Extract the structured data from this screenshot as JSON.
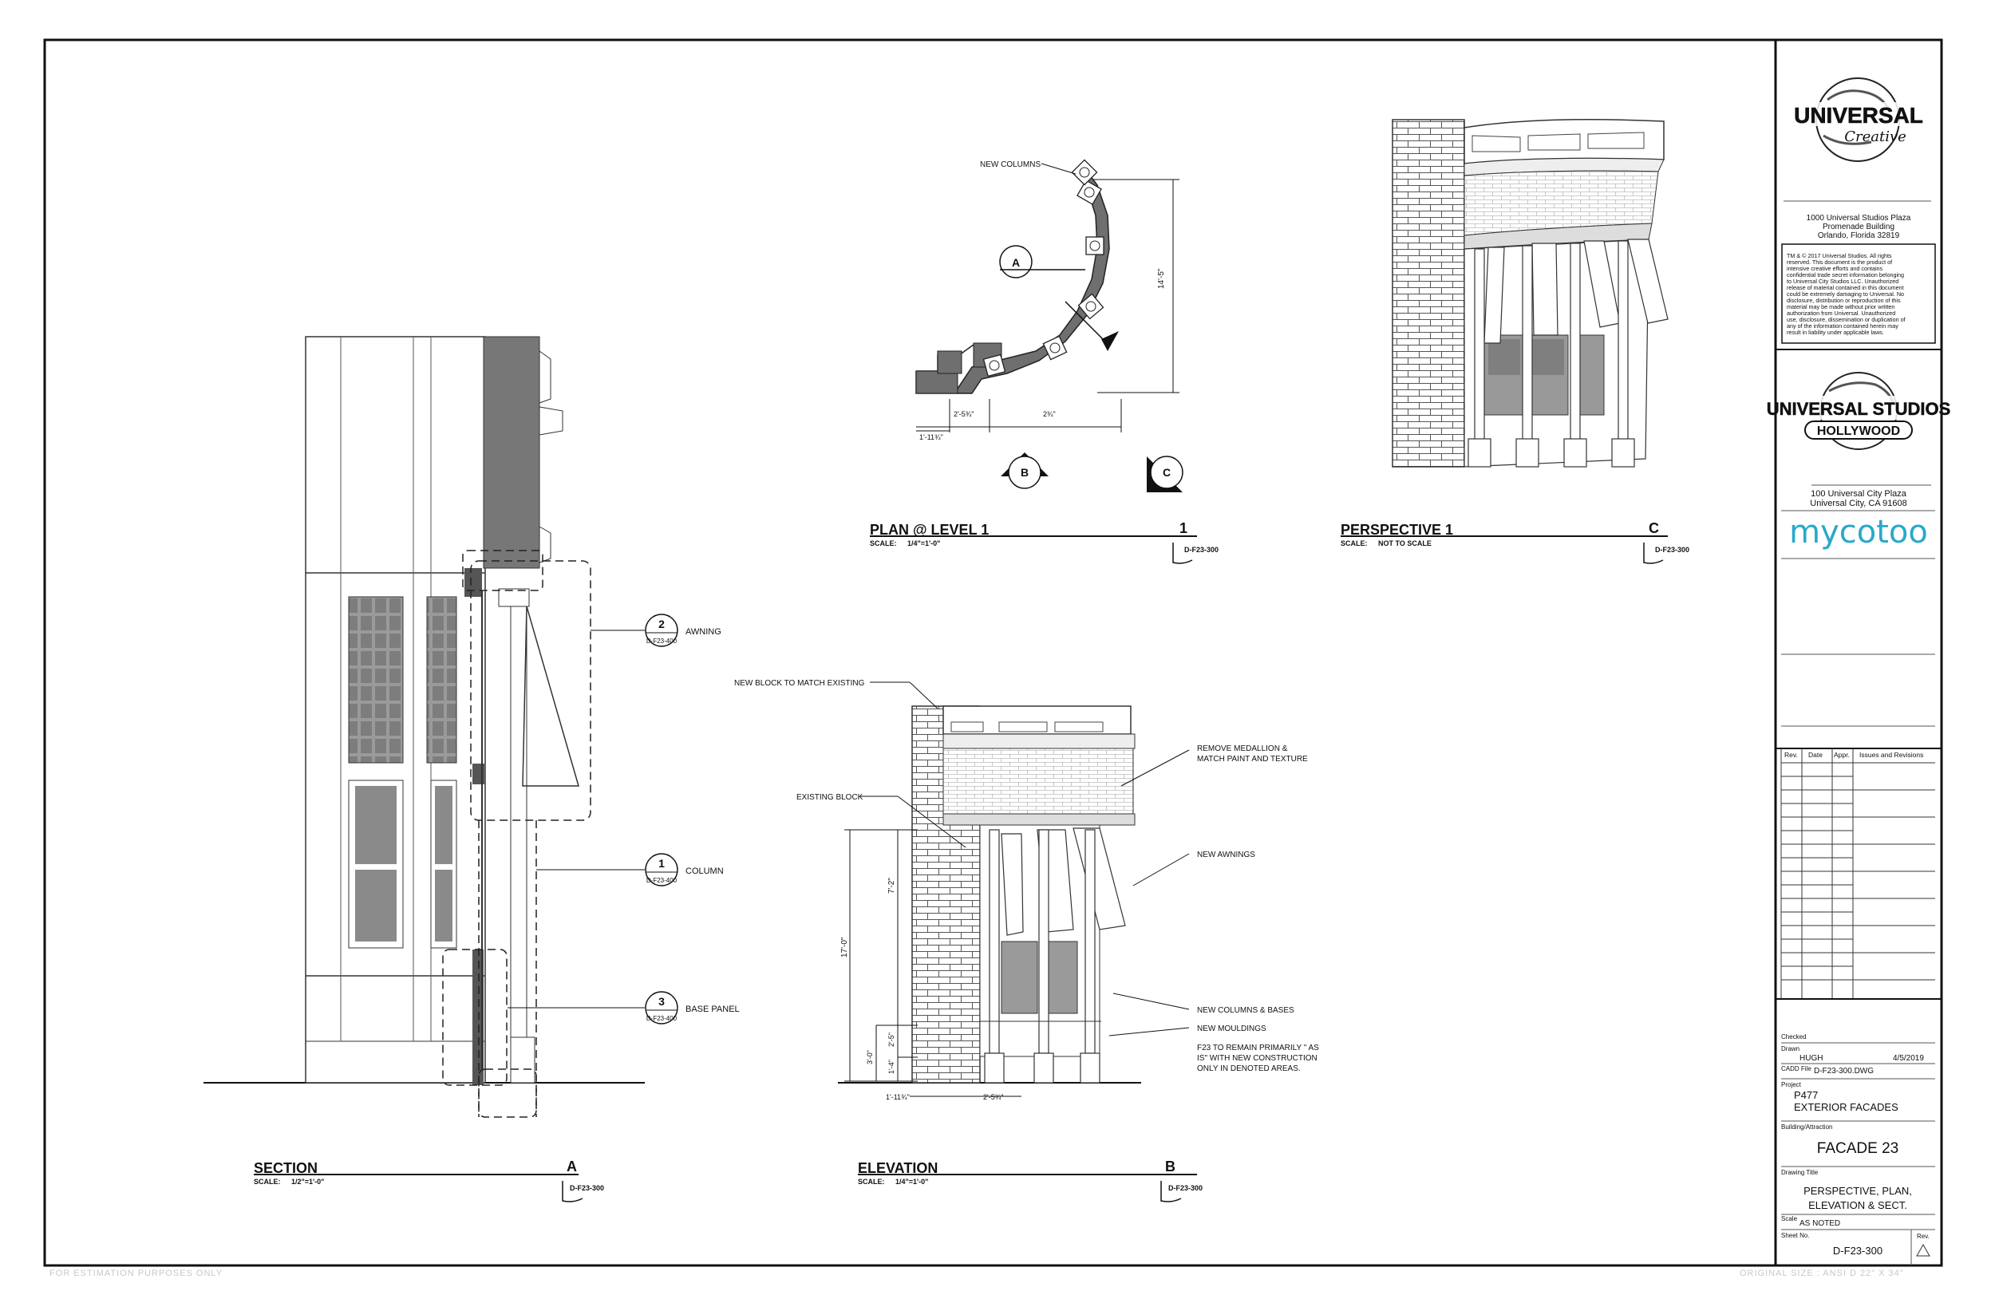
{
  "corner_note_left": "FOR ESTIMATION PURPOSES ONLY",
  "corner_note_right": "ORIGINAL SIZE : ANSI D 22\" X 34\"",
  "views": {
    "section": {
      "title": "SECTION",
      "letter": "A",
      "scale_label": "SCALE:",
      "scale": "1/2\"=1'-0\"",
      "sheet_ref": "D-F23-300"
    },
    "elevation": {
      "title": "ELEVATION",
      "letter": "B",
      "scale_label": "SCALE:",
      "scale": "1/4\"=1'-0\"",
      "sheet_ref": "D-F23-300"
    },
    "plan": {
      "title": "PLAN @ LEVEL 1",
      "letter": "1",
      "scale_label": "SCALE:",
      "scale": "1/4\"=1'-0\"",
      "sheet_ref": "D-F23-300"
    },
    "perspective": {
      "title": "PERSPECTIVE 1",
      "letter": "C",
      "scale_label": "SCALE:",
      "scale": "NOT TO SCALE",
      "sheet_ref": "D-F23-300"
    }
  },
  "callouts": [
    {
      "num": "2",
      "ref": "D-F23-400",
      "label": "AWNING"
    },
    {
      "num": "1",
      "ref": "D-F23-400",
      "label": "COLUMN"
    },
    {
      "num": "3",
      "ref": "D-F23-400",
      "label": "BASE PANEL"
    }
  ],
  "plan_labels": {
    "new_columns": "NEW COLUMNS",
    "marker_a": "A",
    "marker_b": "B",
    "marker_c": "C",
    "dim_width": "14'-5\"",
    "dim_a": "2'-5¾\"",
    "dim_b": "2¾\"",
    "dim_c": "1'-11¾\""
  },
  "elevation_notes": {
    "new_block": "NEW BLOCK TO MATCH EXISTING",
    "existing_block": "EXISTING BLOCK",
    "remove_medallion_1": "REMOVE MEDALLION  &",
    "remove_medallion_2": "MATCH PAINT AND TEXTURE",
    "new_awnings": "NEW AWNINGS",
    "new_columns_bases": "NEW COLUMNS & BASES",
    "new_mouldings": "NEW MOULDINGS",
    "f23_note_1": "F23 TO REMAIN PRIMARILY \" AS",
    "f23_note_2": "IS\" WITH NEW CONSTRUCTION",
    "f23_note_3": "ONLY IN DENOTED AREAS.",
    "dim_17": "17'-0\"",
    "dim_7": "7'-2\"",
    "dim_3": "3'-0\"",
    "dim_2": "2'-5\"",
    "dim_1": "1'-4\"",
    "dim_w1": "1'-11¾\"",
    "dim_w2": "2'-5¾\""
  },
  "title_block": {
    "logo_1_top": "UNIVERSAL",
    "logo_1_sub": "Creative",
    "address_1": [
      "1000 Universal Studios Plaza",
      "Promenade Building",
      "Orlando, Florida 32819"
    ],
    "legal": [
      "TM & © 2017 Universal Studios.  All rights",
      "reserved. This document is the product of",
      "intensive creative efforts and contains",
      "confidential trade secret information belonging",
      "to Universal City Studios LLC. Unauthorized",
      "release of material contained in this document",
      "could be extremely damaging to Universal. No",
      "disclosure, distribution or reproduction of this",
      "material may be made without prior written",
      "authorization from Universal.  Unauthorized",
      "use, disclosure, dissemination or duplication of",
      "any of the information contained herein may",
      "result in liability under applicable laws."
    ],
    "logo_2_top": "UNIVERSAL STUDIOS",
    "logo_2_sub": "HOLLYWOOD",
    "address_2": [
      "100 Universal City Plaza",
      "Universal City, CA 91608"
    ],
    "brand": "mycotoo",
    "brand_color": "#29a9c9",
    "rev_headers": [
      "Rev.",
      "Date",
      "Appr.",
      "Issues and Revisions"
    ],
    "checked_label": "Checked",
    "drawn_label": "Drawn",
    "drawn_value": "HUGH",
    "date_value": "4/5/2019",
    "cadd_label": "CADD File",
    "cadd_value": "D-F23-300.DWG",
    "project_label": "Project",
    "project_num": "P477",
    "project_name": "EXTERIOR FACADES",
    "building_label": "Building/Attraction",
    "building_value": "FACADE 23",
    "drawing_title_label": "Drawing Title",
    "drawing_title_1": "PERSPECTIVE, PLAN,",
    "drawing_title_2": "ELEVATION & SECT.",
    "scale_label": "Scale",
    "scale_value": "AS NOTED",
    "sheet_label": "Sheet No.",
    "sheet_value": "D-F23-300",
    "rev_label": "Rev."
  }
}
